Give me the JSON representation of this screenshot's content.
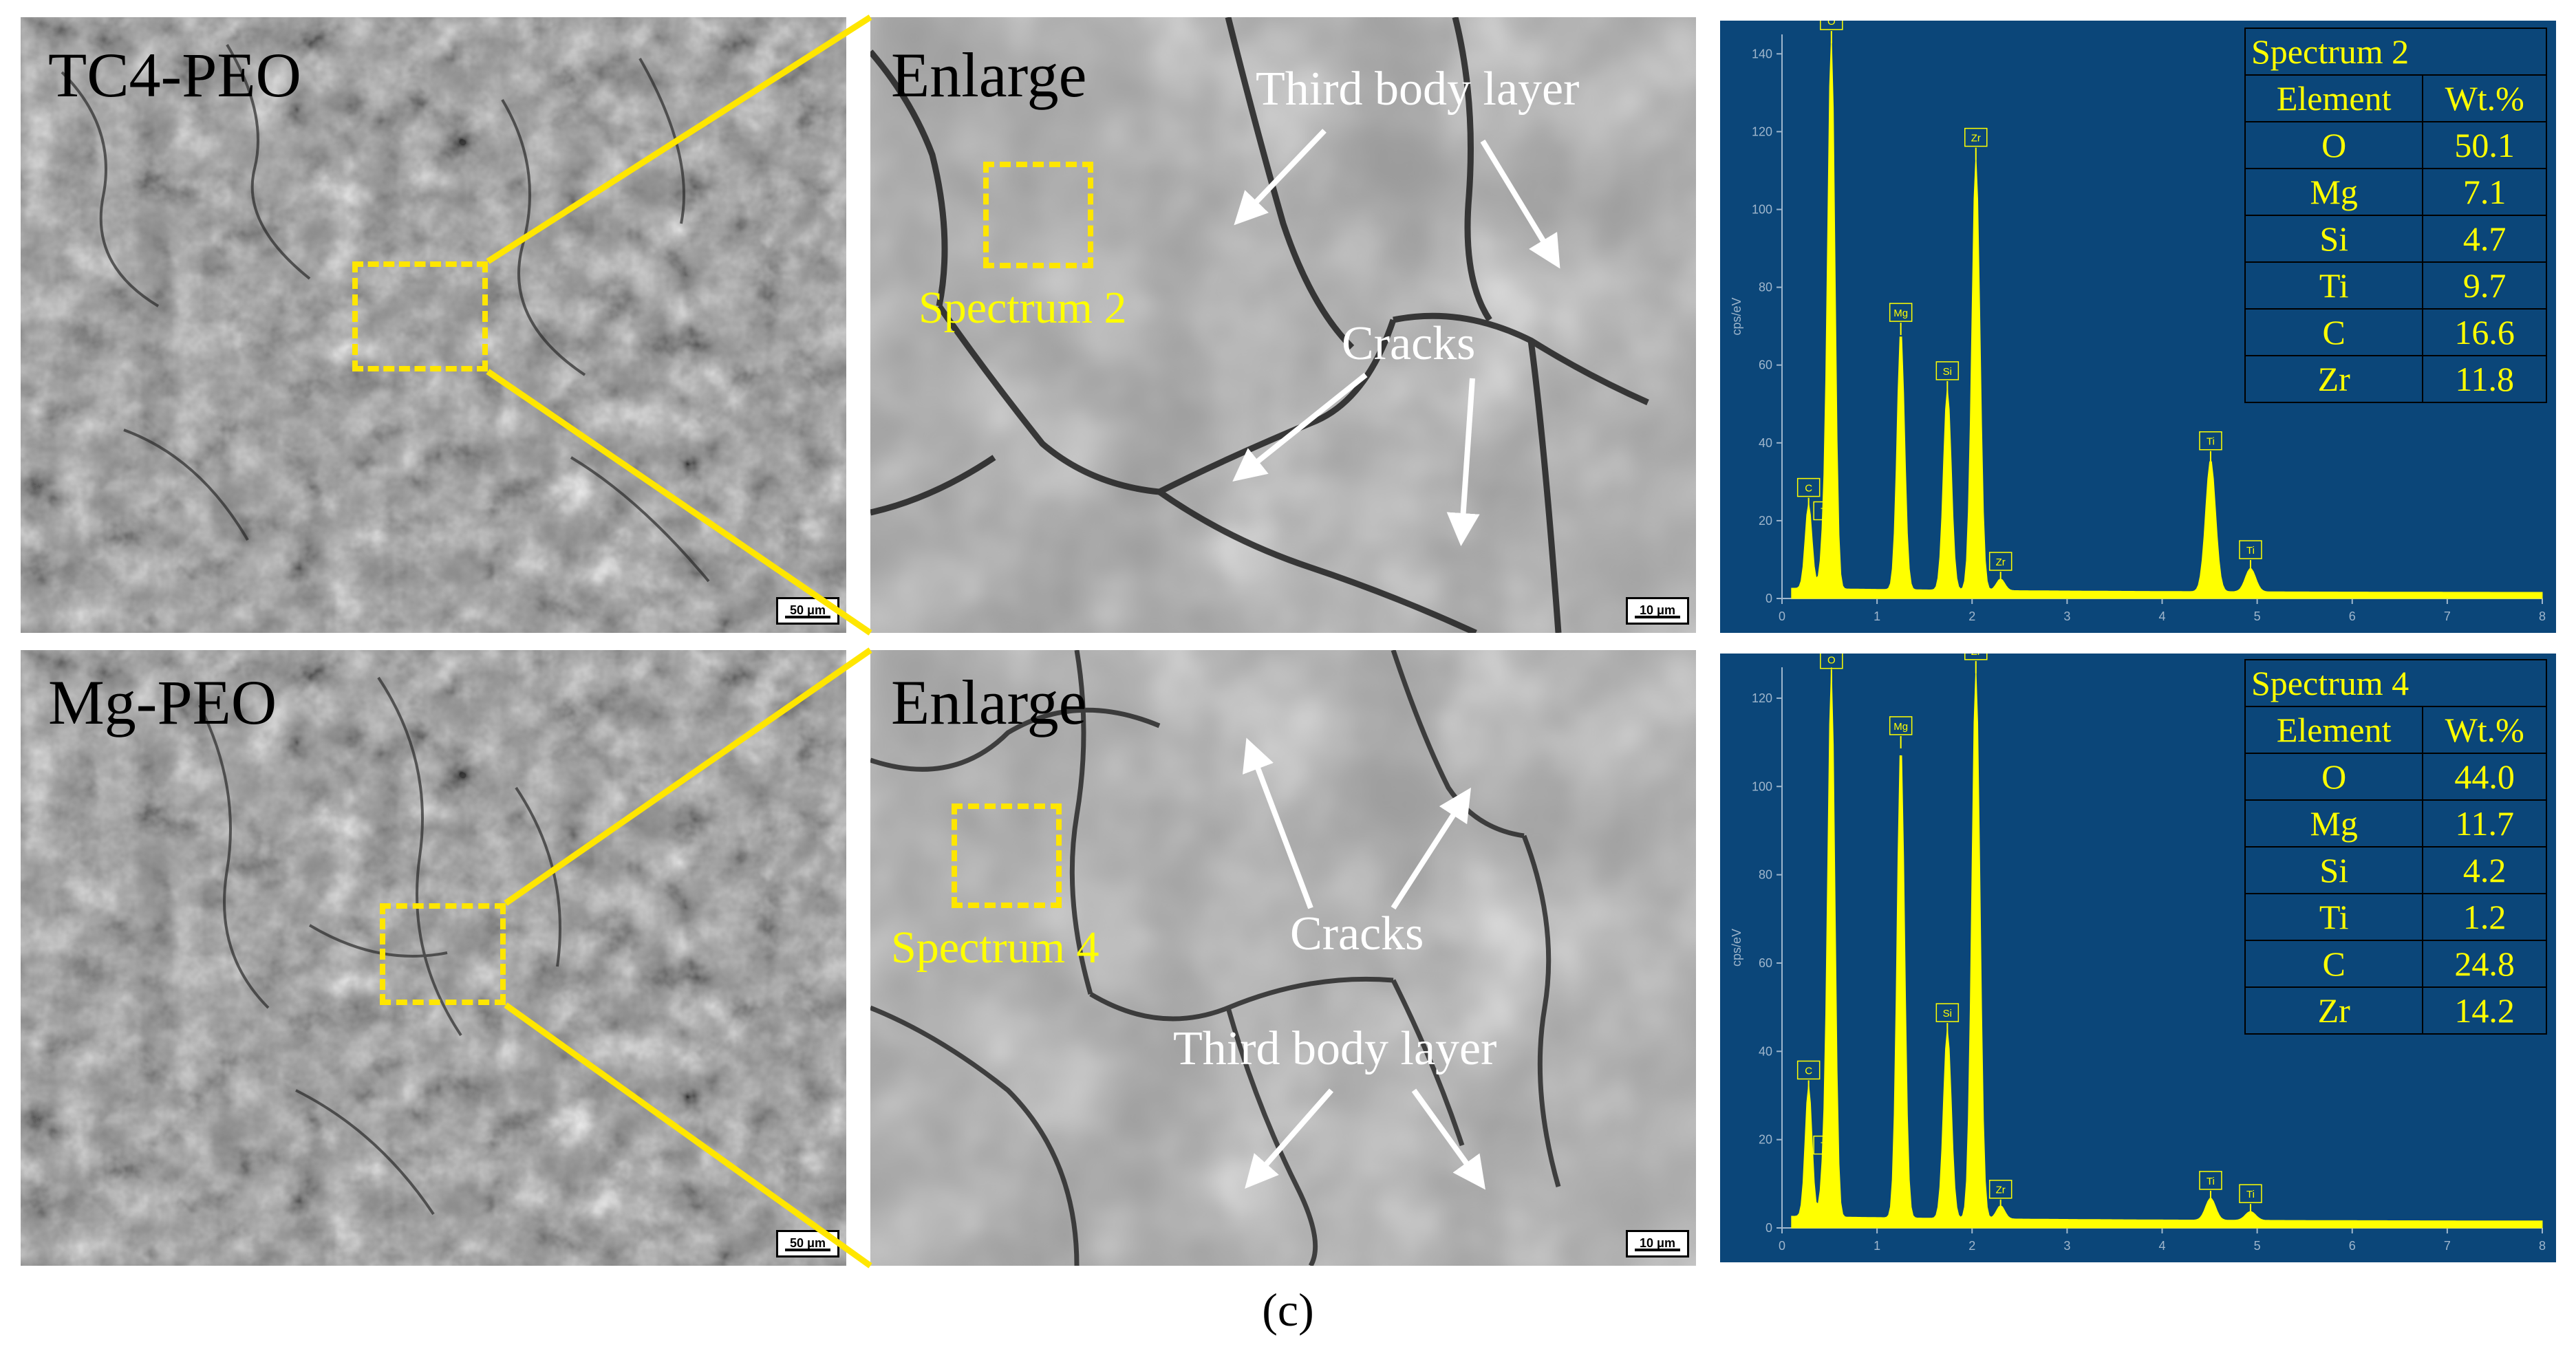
{
  "panels": {
    "top_left": {
      "label": "TC4-PEO",
      "scale": "50 μm"
    },
    "top_mid": {
      "label": "Enlarge",
      "spectrum": "Spectrum 2",
      "scale": "10 μm",
      "annotations": {
        "layer": "Third body layer",
        "cracks": "Cracks"
      }
    },
    "bot_left": {
      "label": "Mg-PEO",
      "scale": "50 μm"
    },
    "bot_mid": {
      "label": "Enlarge",
      "spectrum": "Spectrum 4",
      "scale": "10 μm",
      "annotations": {
        "layer": "Third body layer",
        "cracks": "Cracks"
      }
    }
  },
  "tables": [
    {
      "title": "Spectrum 2",
      "head": [
        "Element",
        "Wt.%"
      ],
      "rows": [
        [
          "O",
          "50.1"
        ],
        [
          "Mg",
          "7.1"
        ],
        [
          "Si",
          "4.7"
        ],
        [
          "Ti",
          "9.7"
        ],
        [
          "C",
          "16.6"
        ],
        [
          "Zr",
          "11.8"
        ]
      ]
    },
    {
      "title": "Spectrum 4",
      "head": [
        "Element",
        "Wt.%"
      ],
      "rows": [
        [
          "O",
          "44.0"
        ],
        [
          "Mg",
          "11.7"
        ],
        [
          "Si",
          "4.2"
        ],
        [
          "Ti",
          "1.2"
        ],
        [
          "C",
          "24.8"
        ],
        [
          "Zr",
          "14.2"
        ]
      ]
    }
  ],
  "chart_data": [
    {
      "type": "line",
      "title": "",
      "xlabel": "",
      "ylabel": "cps/eV",
      "xlim": [
        0,
        8
      ],
      "ylim": [
        0,
        145
      ],
      "xticks": [
        0,
        1,
        2,
        3,
        4,
        5,
        6,
        7,
        8
      ],
      "yticks": [
        0,
        20,
        40,
        60,
        80,
        100,
        120,
        140
      ],
      "peaks": [
        {
          "element": "C",
          "x": 0.28,
          "y": 22
        },
        {
          "element": "O",
          "x": 0.52,
          "y": 142
        },
        {
          "element": "Ti",
          "x": 0.45,
          "y": 16
        },
        {
          "element": "Mg",
          "x": 1.25,
          "y": 67
        },
        {
          "element": "Si",
          "x": 1.74,
          "y": 52
        },
        {
          "element": "Zr",
          "x": 2.04,
          "y": 112
        },
        {
          "element": "Zr",
          "x": 2.3,
          "y": 3
        },
        {
          "element": "Ti",
          "x": 4.51,
          "y": 34
        },
        {
          "element": "Ti",
          "x": 4.93,
          "y": 6
        }
      ]
    },
    {
      "type": "line",
      "title": "",
      "xlabel": "",
      "ylabel": "cps/eV",
      "xlim": [
        0,
        8
      ],
      "ylim": [
        0,
        127
      ],
      "xticks": [
        0,
        1,
        2,
        3,
        4,
        5,
        6,
        7,
        8
      ],
      "yticks": [
        0,
        20,
        40,
        60,
        80,
        100,
        120
      ],
      "peaks": [
        {
          "element": "C",
          "x": 0.28,
          "y": 30
        },
        {
          "element": "O",
          "x": 0.52,
          "y": 123
        },
        {
          "element": "Ti",
          "x": 0.45,
          "y": 13
        },
        {
          "element": "Mg",
          "x": 1.25,
          "y": 108
        },
        {
          "element": "Si",
          "x": 1.74,
          "y": 43
        },
        {
          "element": "Zr",
          "x": 2.04,
          "y": 125
        },
        {
          "element": "Zr",
          "x": 2.3,
          "y": 3
        },
        {
          "element": "Ti",
          "x": 4.51,
          "y": 5
        },
        {
          "element": "Ti",
          "x": 4.93,
          "y": 2
        }
      ]
    }
  ],
  "caption": "(c)",
  "colors": {
    "accent": "#ffe600",
    "spectrum_fill": "#ffff00",
    "edx_bg": "#0b4679"
  }
}
